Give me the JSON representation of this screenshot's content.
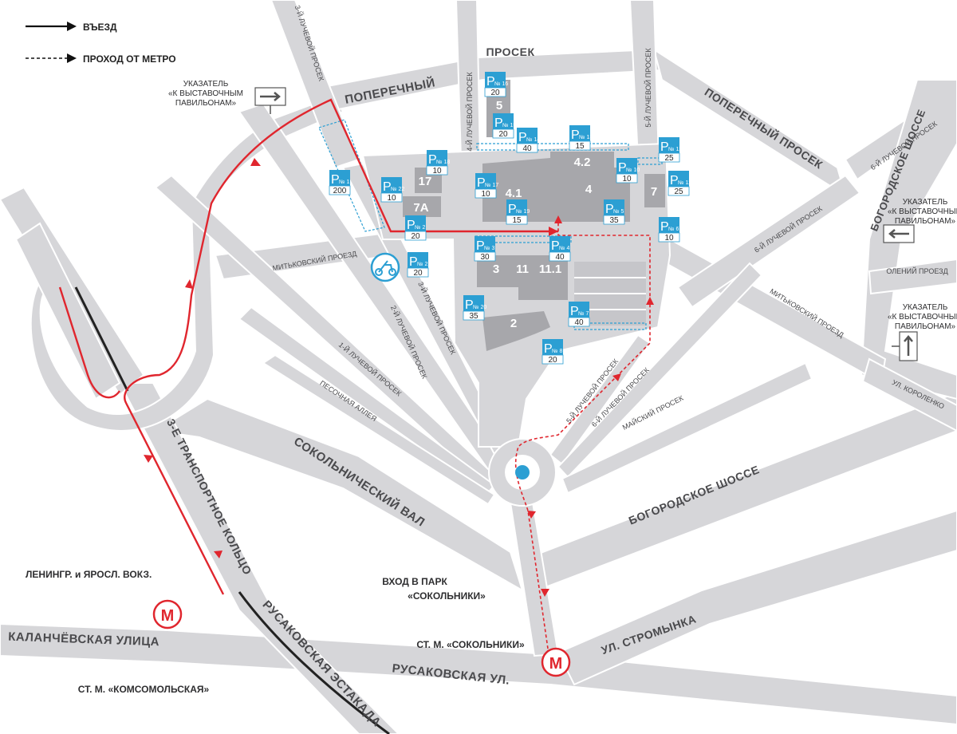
{
  "legend": {
    "entry": "ВЪЕЗД",
    "walk": "ПРОХОД ОТ МЕТРО"
  },
  "signs": {
    "top_left": [
      "УКАЗАТЕЛЬ",
      "«К ВЫСТАВОЧНЫМ",
      "ПАВИЛЬОНАМ»"
    ],
    "right_middle": [
      "УКАЗАТЕЛЬ",
      "«К ВЫСТАВОЧНЫМ",
      "ПАВИЛЬОНАМ»"
    ],
    "right_lower": [
      "УКАЗАТЕЛЬ",
      "«К ВЫСТАВОЧНЫМ",
      "ПАВИЛЬОНАМ»"
    ]
  },
  "streets": {
    "poperechny_top_a": "ПОПЕРЕЧНЫЙ",
    "poperechny_top_b": "ПРОСЕК",
    "poperechny_right": "ПОПЕРЕЧНЫЙ ПРОСЕК",
    "luch3_top": "3-Й ЛУЧЕВОЙ ПРОСЕК",
    "luch4": "4-Й ЛУЧЕВОЙ ПРОСЕК",
    "luch5_top": "5-Й ЛУЧЕВОЙ ПРОСЕК",
    "luch6_top": "6-Й ЛУЧЕВОЙ ПРОСЕК",
    "bogorodskoe_right": "БОГОРОДСКОЕ ШОССЕ",
    "olenij": "ОЛЕНИЙ ПРОЕЗД",
    "mitkovsky_right": "МИТЬКОВСКИЙ ПРОЕЗД",
    "luch6_mid": "6-Й ЛУЧЕВОЙ ПРОСЕК",
    "korolenko": "УЛ. КОРОЛЕНКО",
    "mitkovsky_left": "МИТЬКОВСКИЙ ПРОЕЗД",
    "luch2": "2-Й ЛУЧЕВОЙ ПРОСЕК",
    "luch3_mid": "3-Й ЛУЧЕВОЙ ПРОСЕК",
    "luch1": "1-Й ЛУЧЕВОЙ ПРОСЕК",
    "pesochnaya": "ПЕСОЧНАЯ АЛЛЕЯ",
    "luch5_low": "5-Й ЛУЧЕВОЙ ПРОСЕК",
    "luch6_low": "6-Й ЛУЧЕВОЙ ПРОСЕК",
    "majsky": "МАЙСКИЙ ПРОСЕК",
    "sokolnichesky_val": "СОКОЛЬНИЧЕСКИЙ ВАЛ",
    "bogorodskoe_low": "БОГОРОДСКОЕ ШОССЕ",
    "ttk": "3-Е ТРАНСПОРТНОЕ КОЛЬЦО",
    "rusak_estakada": "РУСАКОВСКАЯ  ЭСТАКАДА",
    "kalanch": "КАЛАНЧЁВСКАЯ УЛИЦА",
    "rusak_ul": "РУСАКОВСКАЯ УЛ.",
    "stromynka": "УЛ. СТРОМЫНКА"
  },
  "labels": {
    "vokzal": "ЛЕНИНГР. и ЯРОСЛ. ВОКЗ.",
    "park_entrance": [
      "ВХОД В ПАРК",
      "«СОКОЛЬНИКИ»"
    ],
    "st_sokolniki": "СТ. М. «СОКОЛЬНИКИ»",
    "st_komsomolskaya": "СТ. М. «КОМСОМОЛЬСКАЯ»",
    "metro_letter": "М"
  },
  "buildings": {
    "b5": "5",
    "b17": "17",
    "b7a": "7А",
    "b4_1": "4.1",
    "b4": "4",
    "b4_2": "4.2",
    "b7": "7",
    "b3": "3",
    "b11": "11",
    "b11_1": "11.1",
    "b2": "2"
  },
  "parkings": [
    {
      "num": "№ 16",
      "cap": "20"
    },
    {
      "num": "№ 15",
      "cap": "20"
    },
    {
      "num": "№ 14",
      "cap": "40"
    },
    {
      "num": "№ 13",
      "cap": "15"
    },
    {
      "num": "№ 12",
      "cap": "25"
    },
    {
      "num": "№ 18",
      "cap": "10"
    },
    {
      "num": "№ 10",
      "cap": "10"
    },
    {
      "num": "№ 11",
      "cap": "25"
    },
    {
      "num": "№ 1",
      "cap": "200"
    },
    {
      "num": "№ 22",
      "cap": "10"
    },
    {
      "num": "№ 17",
      "cap": "10"
    },
    {
      "num": "№ 19",
      "cap": "15"
    },
    {
      "num": "№ 5",
      "cap": "35"
    },
    {
      "num": "№ 6",
      "cap": "10"
    },
    {
      "num": "№ 2",
      "cap": "20"
    },
    {
      "num": "№ 3",
      "cap": "30"
    },
    {
      "num": "№ 4",
      "cap": "40"
    },
    {
      "num": "№ 21",
      "cap": "20"
    },
    {
      "num": "№ 20",
      "cap": "35"
    },
    {
      "num": "№ 7",
      "cap": "40"
    },
    {
      "num": "№ 8",
      "cap": "20"
    }
  ],
  "icons": {
    "motorcycle": "motorcycle-parking-icon",
    "metro": "metro-icon",
    "sign_arrow": "direction-sign-icon"
  },
  "colors": {
    "route": "#e0262e",
    "parking": "#2c9fd3",
    "road": "#d6d6d9",
    "building": "#a7a7ab"
  }
}
